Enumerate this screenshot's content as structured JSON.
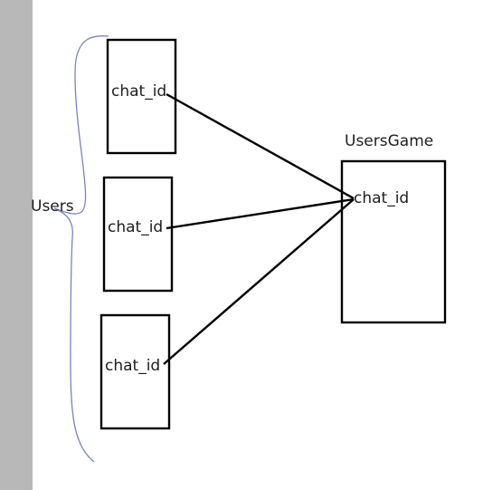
{
  "diagram": {
    "group_label": "Users",
    "users": [
      {
        "field": "chat_id"
      },
      {
        "field": "chat_id"
      },
      {
        "field": "chat_id"
      }
    ],
    "target": {
      "title": "UsersGame",
      "field": "chat_id"
    },
    "colors": {
      "background": "#ffffff",
      "sidebar": "#b7b8b7",
      "box_stroke": "#000000",
      "brace": "#7a83c2",
      "text": "#1e1e1e"
    }
  }
}
